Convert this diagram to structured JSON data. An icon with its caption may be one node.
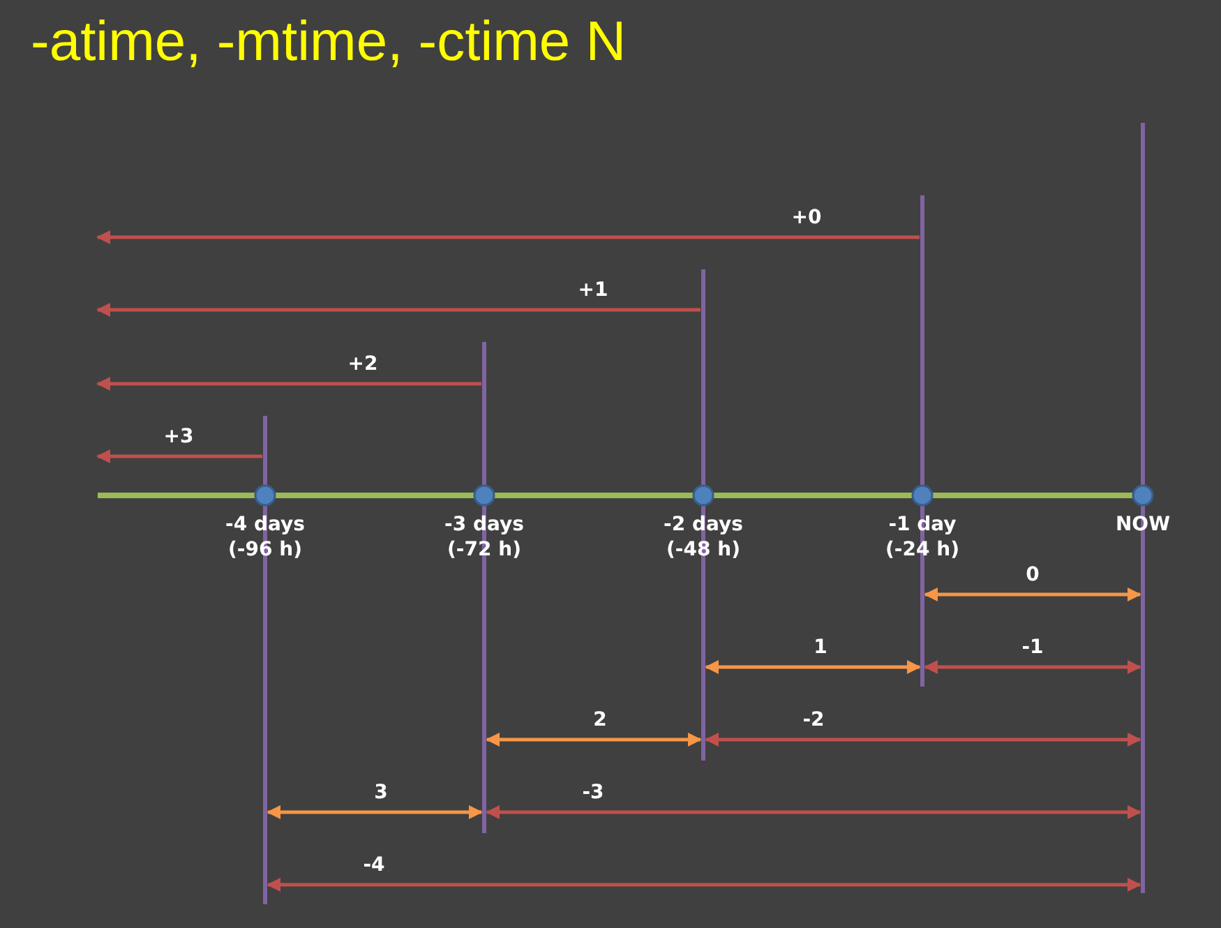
{
  "diagram": {
    "title": "-atime, -mtime, -ctime N",
    "nodes": [
      {
        "text": [
          "-4 days (-96 h)"
        ]
      },
      {
        "text": [
          "-3 days (-72 h)"
        ]
      },
      {
        "text": [
          "-2 days (-48 h)"
        ]
      },
      {
        "text": [
          "-1 day (-24 h)"
        ]
      },
      {
        "text": [
          "NOW"
        ]
      }
    ],
    "edges": [
      {
        "from": 3,
        "to": null,
        "arrow": "to",
        "label": "+0"
      },
      {
        "from": 2,
        "to": null,
        "arrow": "to",
        "label": "+1"
      },
      {
        "from": 1,
        "to": null,
        "arrow": "to",
        "label": "+2"
      },
      {
        "from": 0,
        "to": null,
        "arrow": "to",
        "label": "+3"
      },
      {
        "from": 3,
        "to": 4,
        "arrow": "both",
        "label": "0",
        "color": "#f79646"
      },
      {
        "from": 2,
        "to": 3,
        "arrow": "both",
        "label": "1",
        "color": "#f79646"
      },
      {
        "from": 3,
        "to": 4,
        "arrow": "both",
        "label": "-1"
      },
      {
        "from": 1,
        "to": 2,
        "arrow": "both",
        "label": "2",
        "color": "#f79646"
      },
      {
        "from": 2,
        "to": 4,
        "arrow": "both",
        "label": "-2"
      },
      {
        "from": 0,
        "to": 1,
        "arrow": "both",
        "label": "3",
        "color": "#f79646"
      },
      {
        "from": 1,
        "to": 4,
        "arrow": "both",
        "label": "-3"
      },
      {
        "from": 0,
        "to": 4,
        "arrow": "both",
        "label": "-4"
      }
    ]
  }
}
